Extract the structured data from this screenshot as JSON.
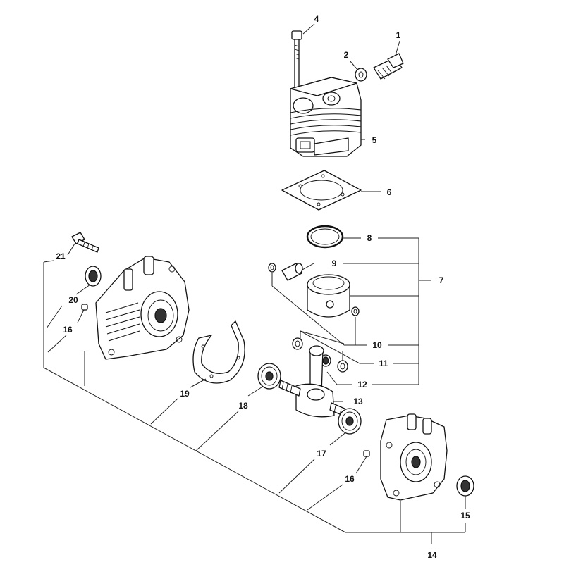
{
  "callouts": [
    {
      "id": "1",
      "text": "1"
    },
    {
      "id": "2",
      "text": "2"
    },
    {
      "id": "4",
      "text": "4"
    },
    {
      "id": "5",
      "text": "5"
    },
    {
      "id": "6",
      "text": "6"
    },
    {
      "id": "7",
      "text": "7"
    },
    {
      "id": "8",
      "text": "8"
    },
    {
      "id": "9",
      "text": "9"
    },
    {
      "id": "10",
      "text": "10"
    },
    {
      "id": "11",
      "text": "11"
    },
    {
      "id": "12",
      "text": "12"
    },
    {
      "id": "13",
      "text": "13"
    },
    {
      "id": "14",
      "text": "14"
    },
    {
      "id": "15",
      "text": "15"
    },
    {
      "id": "16a",
      "text": "16"
    },
    {
      "id": "16b",
      "text": "16"
    },
    {
      "id": "17",
      "text": "17"
    },
    {
      "id": "18",
      "text": "18"
    },
    {
      "id": "19",
      "text": "19"
    },
    {
      "id": "20",
      "text": "20"
    },
    {
      "id": "21",
      "text": "21"
    }
  ]
}
